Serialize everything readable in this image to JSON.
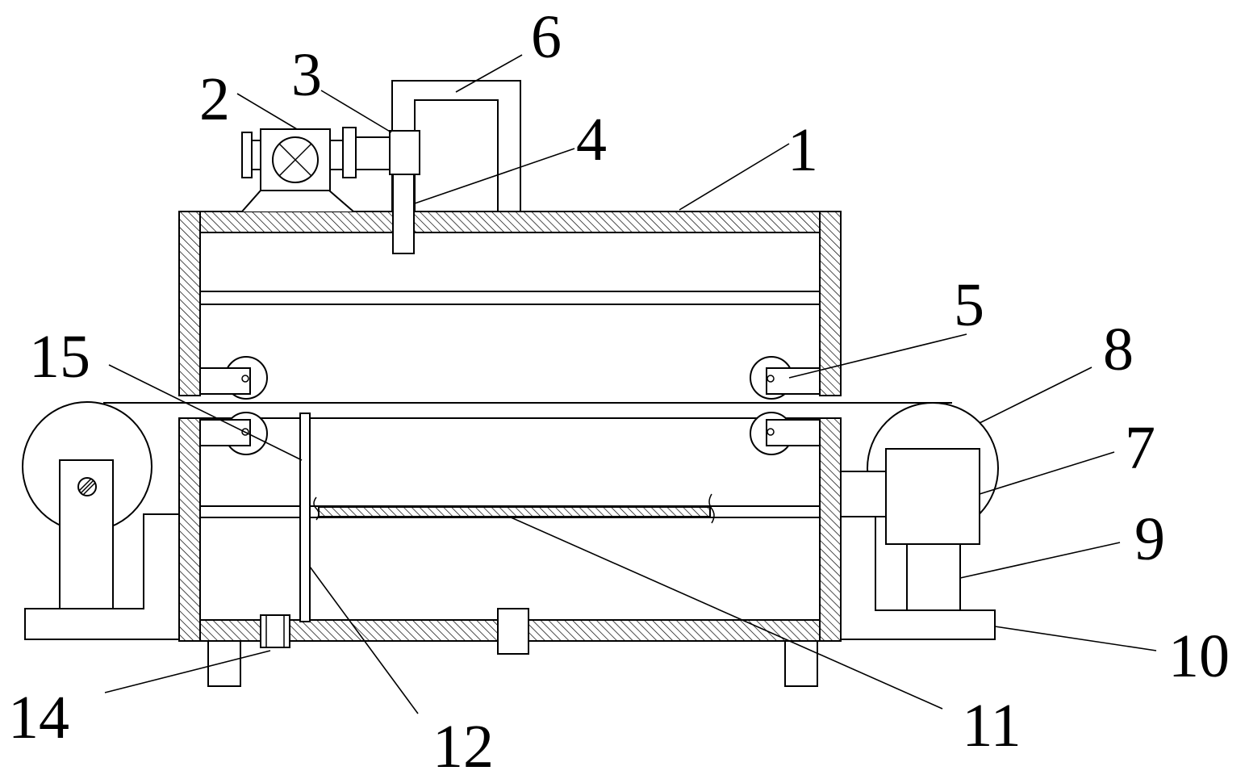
{
  "diagram": {
    "callouts": [
      {
        "id": "1",
        "text": "1"
      },
      {
        "id": "2",
        "text": "2"
      },
      {
        "id": "3",
        "text": "3"
      },
      {
        "id": "4",
        "text": "4"
      },
      {
        "id": "5",
        "text": "5"
      },
      {
        "id": "6",
        "text": "6"
      },
      {
        "id": "7",
        "text": "7"
      },
      {
        "id": "8",
        "text": "8"
      },
      {
        "id": "9",
        "text": "9"
      },
      {
        "id": "10",
        "text": "10"
      },
      {
        "id": "11",
        "text": "11"
      },
      {
        "id": "12",
        "text": "12"
      },
      {
        "id": "14",
        "text": "14"
      },
      {
        "id": "15",
        "text": "15"
      }
    ],
    "colors": {
      "stroke": "#000000",
      "background": "#ffffff"
    }
  }
}
